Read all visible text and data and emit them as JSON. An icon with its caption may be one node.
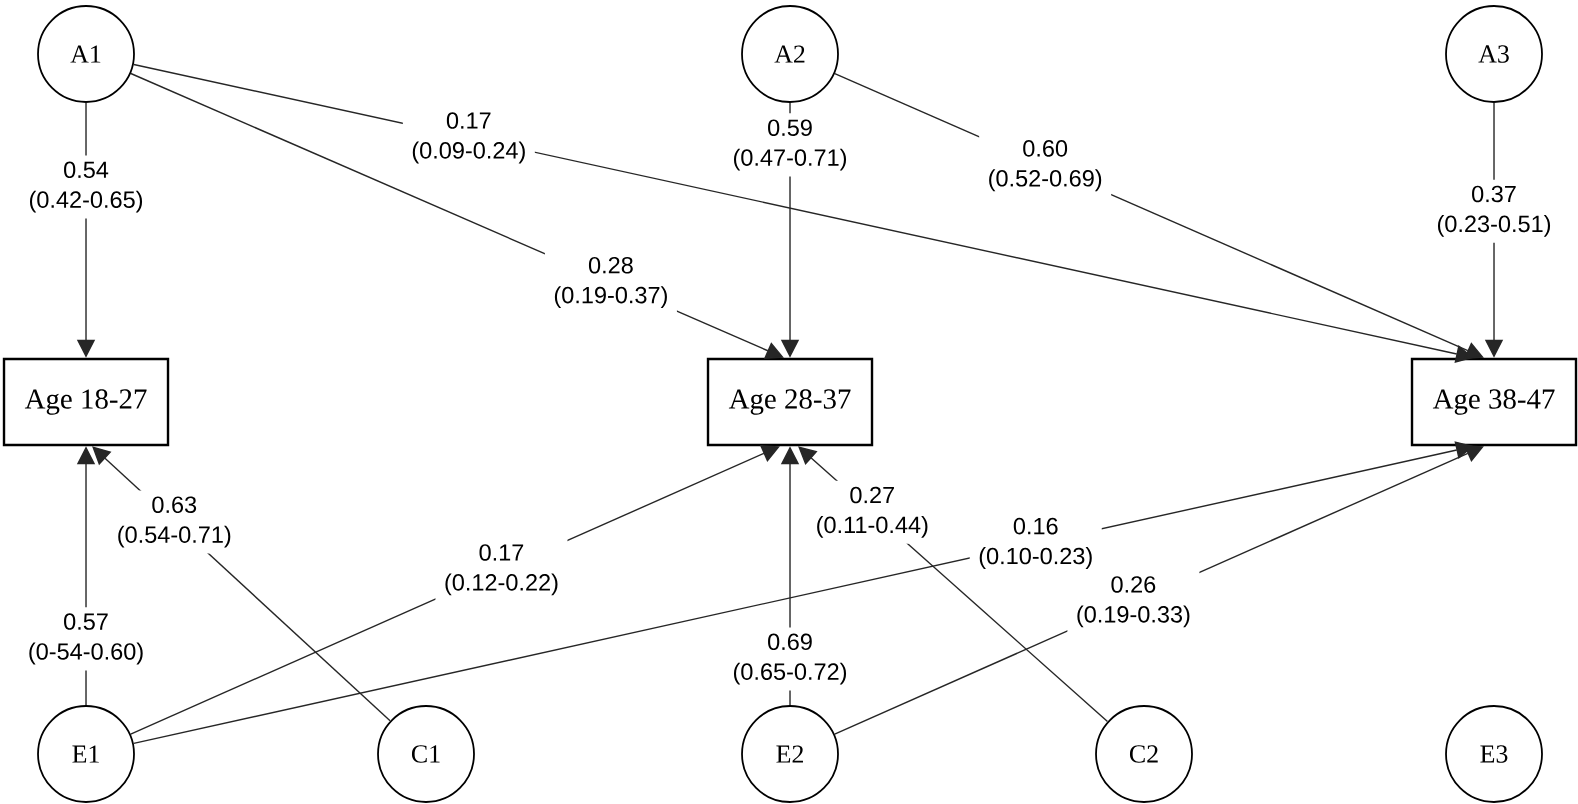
{
  "diagram": {
    "nodes": [
      {
        "text": [
          "A1"
        ]
      },
      {
        "text": [
          "A2"
        ]
      },
      {
        "text": [
          "A3"
        ]
      },
      {
        "text": [
          "Age 18-27"
        ]
      },
      {
        "text": [
          "Age 28-37"
        ]
      },
      {
        "text": [
          "Age 38-47"
        ]
      },
      {
        "text": [
          "E1"
        ]
      },
      {
        "text": [
          "C1"
        ]
      },
      {
        "text": [
          "E2"
        ]
      },
      {
        "text": [
          "C2"
        ]
      },
      {
        "text": [
          "E3"
        ]
      }
    ],
    "edges": [
      {
        "from": 0,
        "to": 3,
        "arrow": "to",
        "label": "0.54 (0.42-0.65)"
      },
      {
        "from": 0,
        "to": 4,
        "arrow": "to",
        "label": "0.28 (0.19-0.37)"
      },
      {
        "from": 0,
        "to": 5,
        "arrow": "to",
        "label": "0.17 (0.09-0.24)"
      },
      {
        "from": 1,
        "to": 4,
        "arrow": "to",
        "label": "0.59 (0.47-0.71)"
      },
      {
        "from": 1,
        "to": 5,
        "arrow": "to",
        "label": "0.60 (0.52-0.69)"
      },
      {
        "from": 2,
        "to": 5,
        "arrow": "to",
        "label": "0.37 (0.23-0.51)"
      },
      {
        "from": 6,
        "to": 3,
        "arrow": "to",
        "label": "0.57 (0-54-0.60)"
      },
      {
        "from": 7,
        "to": 3,
        "arrow": "to",
        "label": "0.63 (0.54-0.71)"
      },
      {
        "from": 6,
        "to": 4,
        "arrow": "to",
        "label": "0.17 (0.12-0.22)"
      },
      {
        "from": 6,
        "to": 5,
        "arrow": "to",
        "label": "0.16 (0.10-0.23)"
      },
      {
        "from": 8,
        "to": 4,
        "arrow": "to",
        "label": "0.69 (0.65-0.72)"
      },
      {
        "from": 9,
        "to": 4,
        "arrow": "to",
        "label": "0.27 (0.11-0.44)"
      },
      {
        "from": 8,
        "to": 5,
        "arrow": "to",
        "label": "0.26 (0.19-0.33)"
      }
    ]
  }
}
